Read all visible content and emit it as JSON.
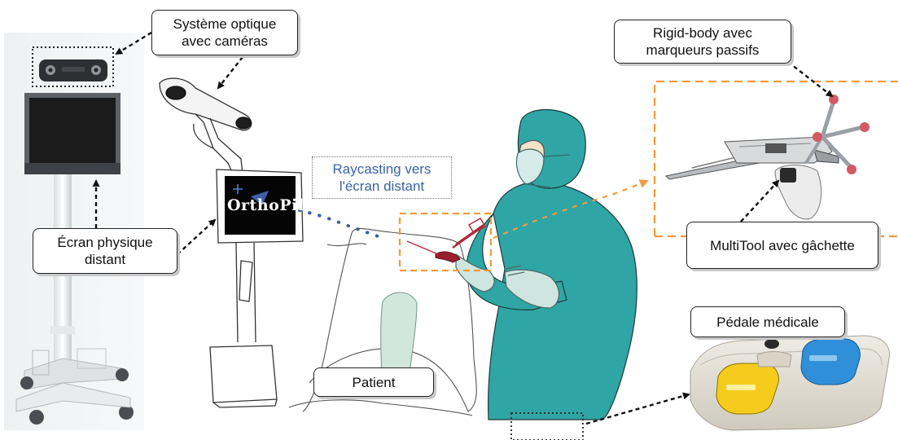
{
  "labels": {
    "camera_system": [
      "Système optique",
      "avec caméras"
    ],
    "remote_screen": [
      "Écran physique",
      "distant"
    ],
    "raycasting": [
      "Raycasting vers",
      "l'écran distant"
    ],
    "rigid_body": [
      "Rigid-body avec",
      "marqueurs passifs"
    ],
    "multitool": "MultiTool avec gâchette",
    "pedal": "Pédale médicale",
    "patient": "Patient"
  },
  "screen_brand": "OrthoPilot",
  "colors": {
    "highlight_orange": "#f39a3c",
    "ray_blue": "#3b5ea8",
    "scrubs_teal": "#2fa5a5",
    "glove_mint": "#cfe5df",
    "pedal_yellow": "#f5cc1c",
    "pedal_blue": "#2f8fd8",
    "tool_red": "#9c1f2e"
  }
}
